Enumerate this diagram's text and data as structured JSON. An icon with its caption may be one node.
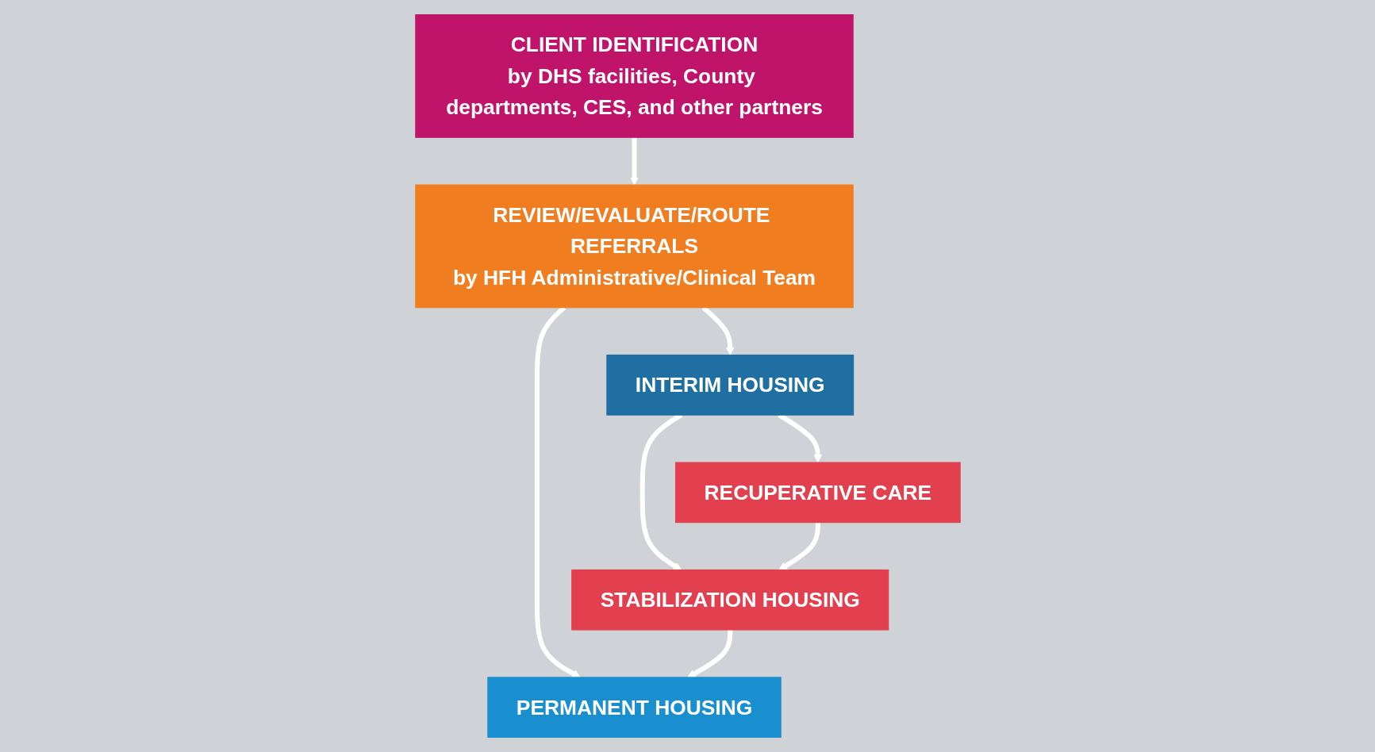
{
  "diagram": {
    "nodes": [
      {
        "text": [
          "CLIENT IDENTIFICATION",
          "by DHS facilities, County departments, CES, and other partners"
        ]
      },
      {
        "text": [
          "REVIEW/EVALUATE/ROUTE REFERRALS",
          "by HFH Administrative/Clinical Team"
        ]
      },
      {
        "text": [
          "INTERIM HOUSING"
        ]
      },
      {
        "text": [
          "RECUPERATIVE CARE"
        ]
      },
      {
        "text": [
          "STABILIZATION HOUSING"
        ]
      },
      {
        "text": [
          "PERMANENT HOUSING"
        ]
      }
    ],
    "edges": [
      {
        "from": 0,
        "to": 1,
        "arrow": "to"
      },
      {
        "from": 1,
        "to": 2,
        "arrow": "to"
      },
      {
        "from": 1,
        "to": 5,
        "arrow": "to"
      },
      {
        "from": 2,
        "to": 3,
        "arrow": "to"
      },
      {
        "from": 2,
        "to": 4,
        "arrow": "to"
      },
      {
        "from": 3,
        "to": 4,
        "arrow": "to"
      },
      {
        "from": 4,
        "to": 5,
        "arrow": "to"
      }
    ]
  }
}
